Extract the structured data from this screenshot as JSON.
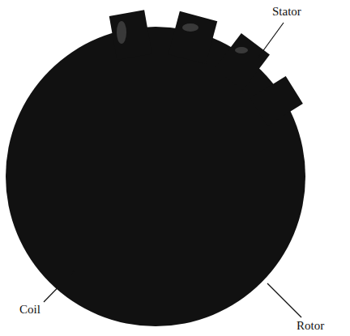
{
  "diagram": {
    "labels": [
      "Stator",
      "Coil",
      "Rotor"
    ]
  }
}
